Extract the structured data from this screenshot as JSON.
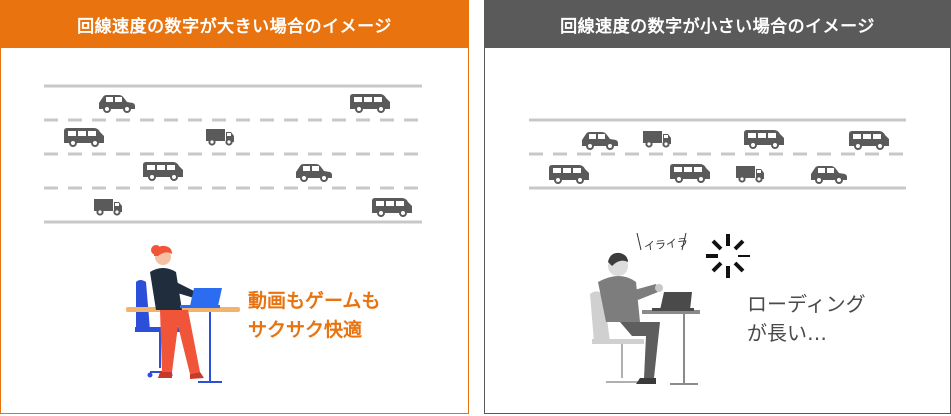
{
  "fast": {
    "title": "回線速度の数字が大きい場合のイメージ",
    "caption_line1": "動画もゲームも",
    "caption_line2": "サクサク快適",
    "accent": "#e8730f"
  },
  "slow": {
    "title": "回線速度の数字が小さい場合のイメージ",
    "caption_line1": "ローディング",
    "caption_line2": "が長い…",
    "irritated": "イライラ",
    "accent": "#5a5a5a"
  },
  "vehicle_color": "#555555",
  "road_color": "#c8c8c8"
}
